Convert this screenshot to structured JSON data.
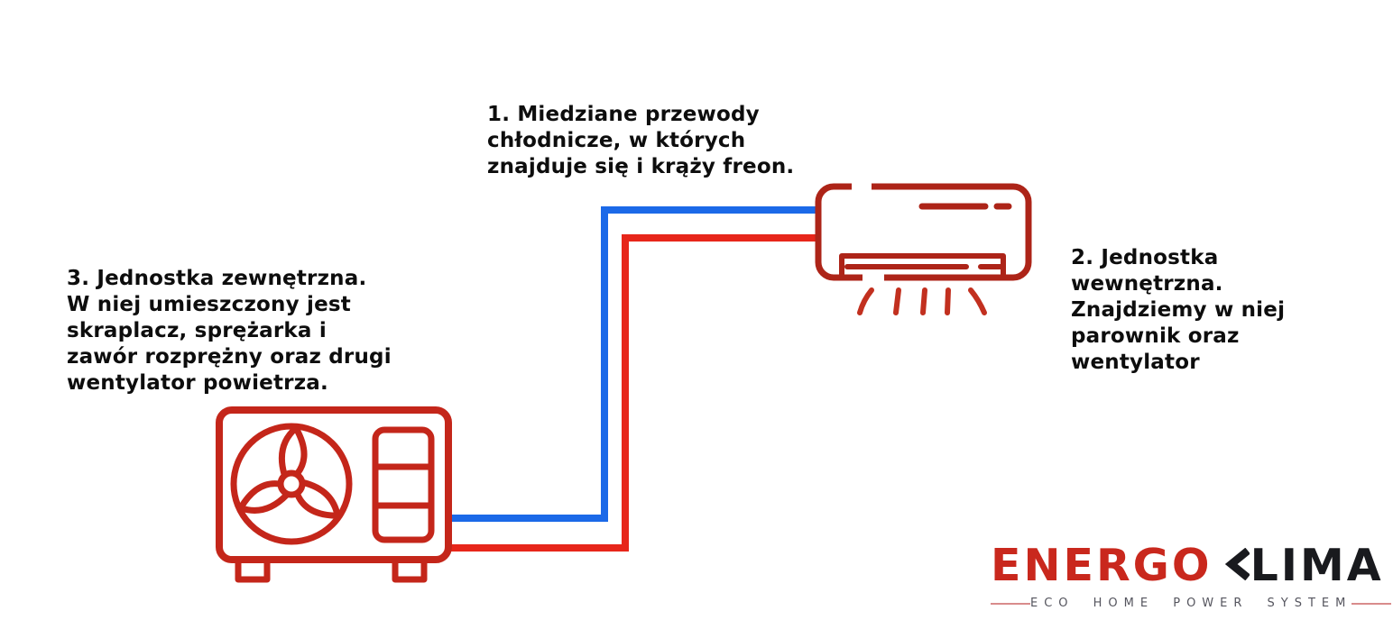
{
  "annotations": {
    "pipes": "1. Miedziane przewody\nchłodnicze, w których\nznajduje się i krąży freon.",
    "indoor": "2. Jednostka\nwewnętrzna.\nZnajdziemy w niej\nparownik oraz\nwentylator",
    "outdoor": "3. Jednostka zewnętrzna.\nW niej umieszczony jest\nskraplacz, sprężarka i\nzawór rozprężny oraz drugi\nwentylator powietrza."
  },
  "logo": {
    "energo": "ENERGO",
    "klima": "KLIMA",
    "klima_after_k": "LIMA",
    "tagline": "ECO HOME POWER SYSTEM"
  },
  "icons": {
    "indoor_unit": "indoor-wall-ac-unit-icon",
    "outdoor_unit": "outdoor-ac-unit-icon",
    "fan": "fan-propeller-icon",
    "airflow": "airflow-lines-icon",
    "blue_pipe": "refrigerant-pipe-cold",
    "red_pipe": "refrigerant-pipe-hot",
    "klima_k": "chevron-k-glyph"
  },
  "colors": {
    "background": "#ffffff",
    "text": "#0d0d0d",
    "pipe_blue": "#1b69e8",
    "pipe_red": "#e7261a",
    "indoor_red": "#ad2418",
    "outdoor_red": "#c4261a",
    "airflow_red": "#c2301f",
    "logo_red": "#c9281d",
    "logo_black": "#191a1e",
    "tagline_text": "#55555e",
    "tagline_line": "#d98c8c"
  }
}
